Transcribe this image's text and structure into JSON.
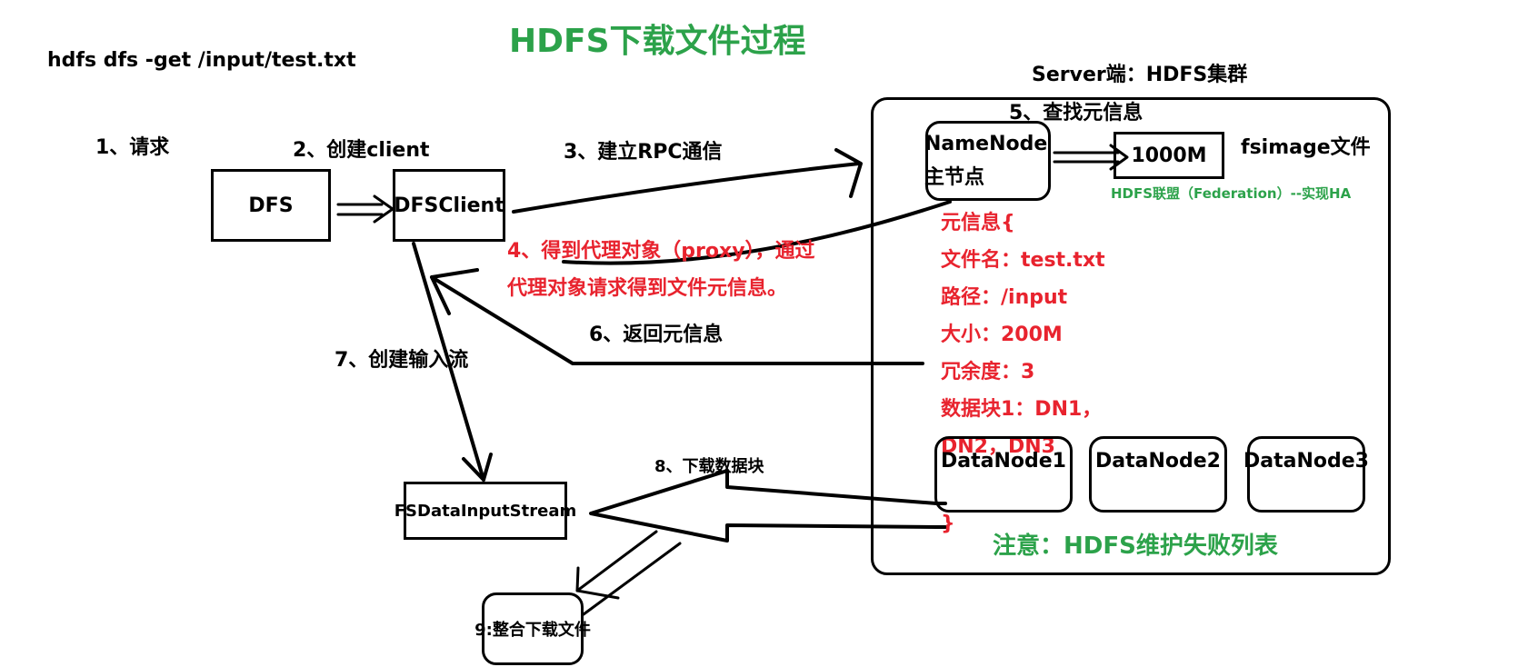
{
  "title": "HDFS下载文件过程",
  "command": "hdfs dfs -get /input/test.txt",
  "server_label": "Server端：HDFS集群",
  "steps": {
    "s1": "1、请求",
    "s2": "2、创建client",
    "s3": "3、建立RPC通信",
    "s4_line1": "4、得到代理对象（proxy），通过",
    "s4_line2": "代理对象请求得到文件元信息。",
    "s5": "5、查找元信息",
    "s6": "6、返回元信息",
    "s7": "7、创建输入流",
    "s8": "8、下载数据块"
  },
  "nodes": {
    "dfs": "DFS",
    "dfsclient": "DFSClient",
    "namenode_line1": "NameNode",
    "namenode_line2": "主节点",
    "fsimage_size": "1000M",
    "fsimage_label": "fsimage文件",
    "federation": "HDFS联盟（Federation）--实现HA",
    "datanode1": "DataNode1",
    "datanode2": "DataNode2",
    "datanode3": "DataNode3",
    "fsdatainputstream": "FSDataInputStream",
    "merge": "9:整合下载文件"
  },
  "metadata": [
    "元信息{",
    "文件名：test.txt",
    "路径：/input",
    "大小：200M",
    "冗余度：3",
    "数据块1：DN1，",
    "DN2，DN3",
    "}"
  ],
  "note": "注意：HDFS维护失败列表",
  "colors": {
    "title_green": "#2ca24a",
    "metadata_red": "#e8232e",
    "ink": "#000000"
  }
}
